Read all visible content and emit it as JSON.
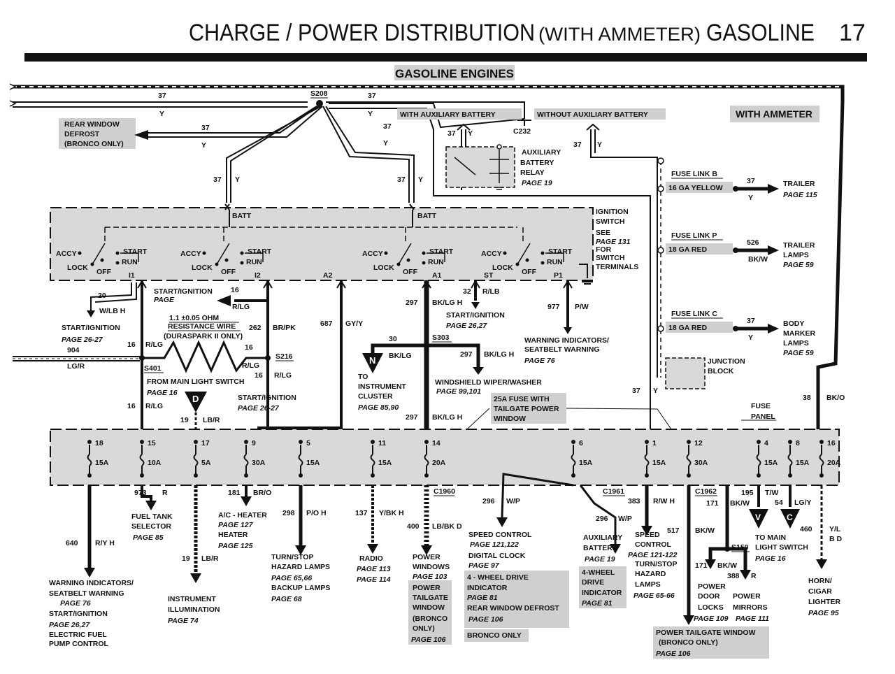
{
  "header": {
    "title_main": "CHARGE / POWER DISTRIBUTION",
    "title_paren": "(WITH AMMETER)",
    "title_end": "GASOLINE",
    "page_number": "17"
  },
  "section_title": "GASOLINE ENGINES",
  "with_ammeter": "WITH AMMETER",
  "s208": "S208",
  "rear_window": {
    "l1": "REAR WINDOW",
    "l2": "DEFROST",
    "l3": "(BRONCO ONLY)"
  },
  "aux": {
    "with": "WITH AUXILIARY BATTERY",
    "without": "WITHOUT AUXILIARY BATTERY",
    "connector": "C232",
    "relay1": "AUXILIARY",
    "relay2": "BATTERY",
    "relay3": "RELAY",
    "relay_page": "PAGE 19"
  },
  "ignition": {
    "l1": "IGNITION",
    "l2": "SWITCH",
    "l3": "SEE",
    "l4": "PAGE 131",
    "l5": "FOR",
    "l6": "SWITCH",
    "l7": "TERMINALS",
    "batt": "BATT",
    "accy": "ACCY",
    "start": "START",
    "run": "RUN",
    "lock": "LOCK",
    "off": "OFF",
    "i1": "I1",
    "i2": "I2",
    "a2": "A2",
    "a1": "A1",
    "st": "ST",
    "p1": "P1"
  },
  "fuse_links": [
    {
      "name": "FUSE LINK B",
      "spec": "16 GA YELLOW",
      "circuit": "37",
      "color": "Y",
      "dest1": "TRAILER",
      "dest2": "",
      "dest3": "",
      "page": "PAGE 115"
    },
    {
      "name": "FUSE LINK P",
      "spec": "18 GA RED",
      "circuit": "526",
      "color": "BK/W",
      "dest1": "TRAILER",
      "dest2": "LAMPS",
      "dest3": "",
      "page": "PAGE 59"
    },
    {
      "name": "FUSE LINK C",
      "spec": "18 GA RED",
      "circuit": "37",
      "color": "Y",
      "dest1": "BODY",
      "dest2": "MARKER",
      "dest3": "LAMPS",
      "page": "PAGE 59"
    }
  ],
  "junction": {
    "l1": "JUNCTION",
    "l2": "BLOCK"
  },
  "fuse_panel": {
    "l1": "FUSE",
    "l2": "PANEL"
  },
  "fuse_cavities": [
    "18",
    "15",
    "17",
    "9",
    "5",
    "11",
    "14",
    "6",
    "1",
    "12",
    "4",
    "8",
    "16"
  ],
  "fuse_ratings": [
    "15A",
    "10A",
    "5A",
    "30A",
    "15A",
    "15A",
    "20A",
    "15A",
    "15A",
    "30A",
    "15A",
    "15A",
    "20A"
  ],
  "wires": {
    "w37": "37",
    "wy": "Y",
    "w20": "20",
    "wlbh": "W/LB H",
    "w16": "16",
    "wrlg": "R/LG",
    "w262": "262",
    "wbrpk": "BR/PK",
    "w687": "687",
    "wgyy": "GY/Y",
    "w297": "297",
    "wbklgh": "BK/LG H",
    "w32": "32",
    "wrlb": "R/LB",
    "w977": "977",
    "wpw": "P/W",
    "w30": "30",
    "wbklg": "BK/LG",
    "w904": "904",
    "wlgr": "LG/R",
    "w19": "19",
    "wlbr": "LB/R",
    "w38": "38",
    "wbko": "BK/O"
  },
  "splices": {
    "s216": "S216",
    "s401": "S401",
    "s303": "S303",
    "s150": "S150"
  },
  "mid_labels": {
    "start_ign": "START/IGNITION",
    "page": "PAGE",
    "start_ign2": "START/IGNITION",
    "page_2627": "PAGE 26-27",
    "start_ign3": "START/IGNITION",
    "page_2627b": "PAGE 26,27",
    "resist1": "1.1 ±0.05 OHM",
    "resist2": "RESISTANCE WIRE",
    "resist3": "(DURASPARK II ONLY)",
    "from_main": "FROM MAIN LIGHT SWITCH",
    "page16": "PAGE 16",
    "start_ign4": "START/IGNITION",
    "page_2627c": "PAGE 26-27",
    "to": "TO",
    "instrument": "INSTRUMENT",
    "cluster": "CLUSTER",
    "page_8590": "PAGE 85,90",
    "wiper": "WINDSHIELD WIPER/WASHER",
    "page_99101": "PAGE 99,101",
    "warn1": "WARNING INDICATORS/",
    "warn2": "SEATBELT WARNING",
    "page76": "PAGE 76",
    "fuse25_1": "25A FUSE WITH",
    "fuse25_2": "TAILGATE POWER",
    "fuse25_3": "WINDOW",
    "conn_n": "N",
    "conn_d": "D",
    "conn_v": "V",
    "conn_c": "C"
  },
  "bottom": {
    "c973": "973",
    "cr": "R",
    "fuel1": "FUEL TANK",
    "fuel2": "SELECTOR",
    "fuel_page": "PAGE 85",
    "c640": "640",
    "cryh": "R/Y H",
    "warn_a": "WARNING INDICATORS/",
    "warn_b": "SEATBELT WARNING",
    "warn_page": "PAGE 76",
    "si": "START/IGNITION",
    "si_page": "PAGE 26,27",
    "efp1": "ELECTRIC FUEL",
    "efp2": "PUMP CONTROL",
    "c19": "19",
    "clbr": "LB/R",
    "inst1": "INSTRUMENT",
    "inst2": "ILLUMINATION",
    "inst_page": "PAGE 74",
    "c181": "181",
    "cbro": "BR/O",
    "ac1": "A/C - HEATER",
    "ac_page": "PAGE 127",
    "heater": "HEATER",
    "heater_page": "PAGE 125",
    "c298": "298",
    "cpoh": "P/O H",
    "turn1": "TURN/STOP",
    "turn2": "HAZARD LAMPS",
    "turn_page": "PAGE 65,66",
    "backup": "BACKUP LAMPS",
    "backup_page": "PAGE 68",
    "c137": "137",
    "cybkh": "Y/BK H",
    "radio": "RADIO",
    "radio_p1": "PAGE 113",
    "radio_p2": "PAGE 114",
    "c400": "400",
    "clbbkd": "LB/BK D",
    "c1960": "C1960",
    "pw1": "POWER",
    "pw2": "WINDOWS",
    "pw_page": "PAGE 103",
    "ptw1": "POWER",
    "ptw2": "TAILGATE",
    "ptw3": "WINDOW",
    "ptw4": "(BRONCO",
    "ptw5": "ONLY)",
    "ptw_page": "PAGE 106",
    "c296": "296",
    "cwp": "W/P",
    "sc1": "SPEED CONTROL",
    "sc_page": "PAGE 121,122",
    "dc1": "DIGITAL CLOCK",
    "dc_page": "PAGE 97",
    "fwd1": "4 - WHEEL DRIVE",
    "fwd2": "INDICATOR",
    "fwd_page": "PAGE 81",
    "rwd": "REAR WINDOW DEFROST",
    "rwd_page": "PAGE 106",
    "bronco": "BRONCO ONLY",
    "c1961": "C1961",
    "c296b": "296",
    "cwpb": "W/P",
    "ab1": "AUXILIARY",
    "ab2": "BATTERY",
    "ab_page": "PAGE 19",
    "fw1": "4-WHEEL",
    "fw2": "DRIVE",
    "fw3": "INDICATOR",
    "fw_page": "PAGE  81",
    "c383": "383",
    "crwh": "R/W H",
    "c517": "517",
    "sp1": "SPEED",
    "sp2": "CONTROL",
    "sp_page": "PAGE 121-122",
    "ts1": "TURN/STOP",
    "ts2": "HAZARD",
    "ts3": "LAMPS",
    "ts_page": "PAGE 65-66",
    "c1962": "C1962",
    "c171": "171",
    "cbkw": "BK/W",
    "c195": "195",
    "ctw": "T/W",
    "c54": "54",
    "clgy": "LG/Y",
    "to_main1": "TO MAIN",
    "to_main2": "LIGHT SWITCH",
    "to_main_page": "PAGE 16",
    "c460": "460",
    "cylbd1": "Y/L",
    "cylbd2": "B D",
    "horn1": "HORN/",
    "horn2": "CIGAR",
    "horn3": "LIGHTER",
    "horn_page": "PAGE 95",
    "cbkw2": "BK/W",
    "s150": "S150",
    "c171b": "171",
    "cbkw3": "BK/W",
    "c388": "388",
    "cr2": "R",
    "pdl1": "POWER",
    "pdl2": "DOOR",
    "pdl3": "LOCKS",
    "pdl_page": "PAGE 109",
    "pm1": "POWER",
    "pm2": "MIRRORS",
    "pm_page": "PAGE 111",
    "ptw_b1": "POWER TAILGATE WINDOW",
    "ptw_b2": "(BRONCO ONLY)",
    "ptw_b_page": "PAGE 106"
  }
}
